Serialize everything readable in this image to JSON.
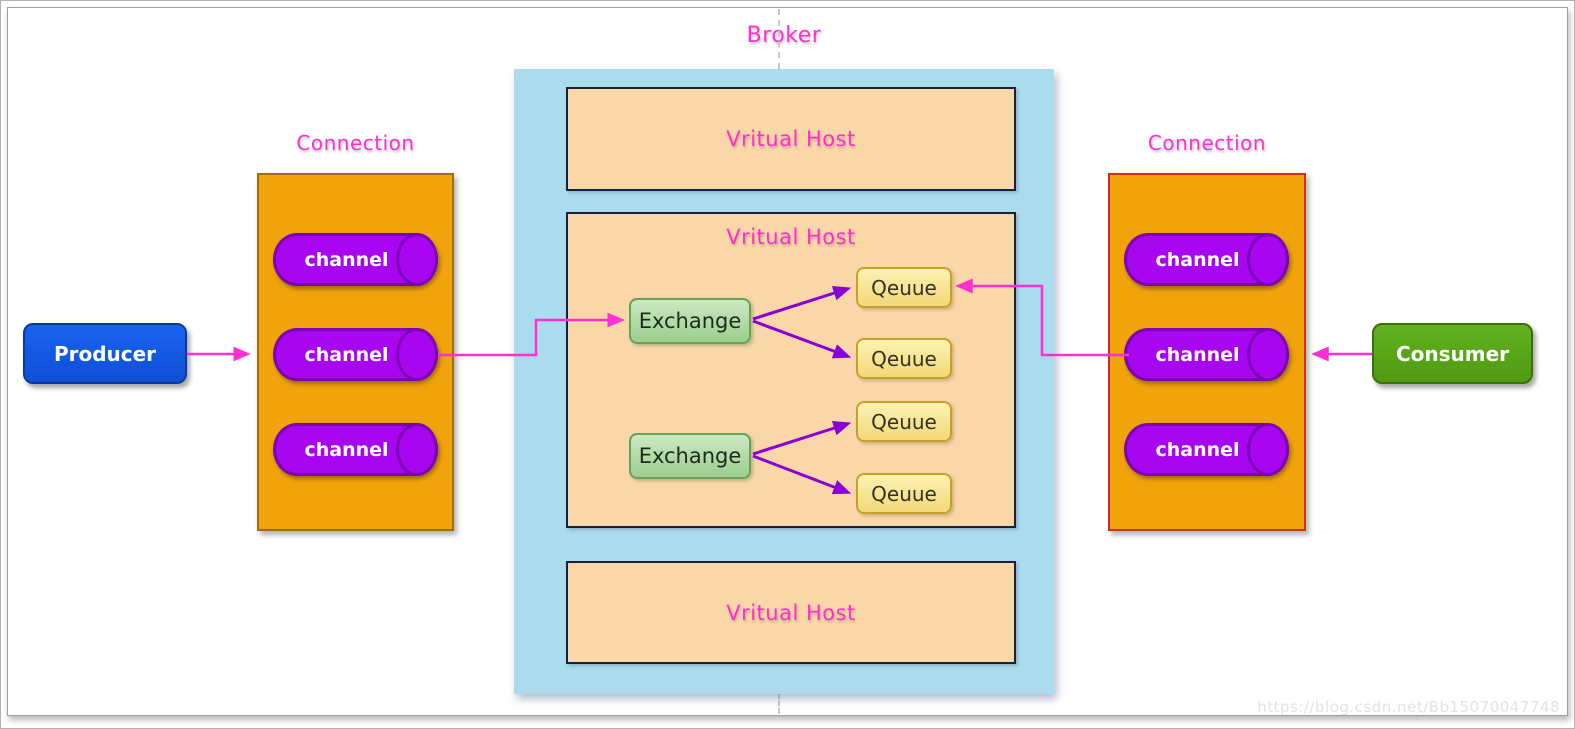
{
  "broker": {
    "label": "Broker",
    "vhosts": [
      {
        "label": "Vritual Host"
      },
      {
        "label": "Vritual Host"
      },
      {
        "label": "Vritual Host"
      }
    ]
  },
  "producer": {
    "label": "Producer"
  },
  "consumer": {
    "label": "Consumer"
  },
  "connections": {
    "left": {
      "label": "Connection",
      "channels": [
        "channel",
        "channel",
        "channel"
      ]
    },
    "right": {
      "label": "Connection",
      "channels": [
        "channel",
        "channel",
        "channel"
      ]
    }
  },
  "exchanges": [
    {
      "label": "Exchange"
    },
    {
      "label": "Exchange"
    }
  ],
  "queues": [
    {
      "label": "Qeuue"
    },
    {
      "label": "Qeuue"
    },
    {
      "label": "Qeuue"
    },
    {
      "label": "Qeuue"
    }
  ],
  "watermark": "https://blog.csdn.net/Bb15070047748",
  "colors": {
    "label_magenta": "#ff2fd2",
    "flow_arrow": "#ff2fd2",
    "binding_arrow": "#8a00d4",
    "broker_bg": "#abdcee",
    "vhost_bg": "#f9d7a9",
    "vhost_border": "#17203d",
    "connection_bg": "#f1a30b",
    "connection_border_left": "#a06c10",
    "connection_border_right": "#c83215",
    "channel_bg": "#a805f0",
    "channel_border": "#7d02b5",
    "producer_bg": "#1356e0",
    "consumer_bg": "#58a31a",
    "exchange_bg": "#b7dcaa",
    "exchange_border": "#66a356",
    "queue_bg": "#f8e38e",
    "queue_border": "#c7a12e",
    "dashed_guide": "#c8c8c8"
  }
}
